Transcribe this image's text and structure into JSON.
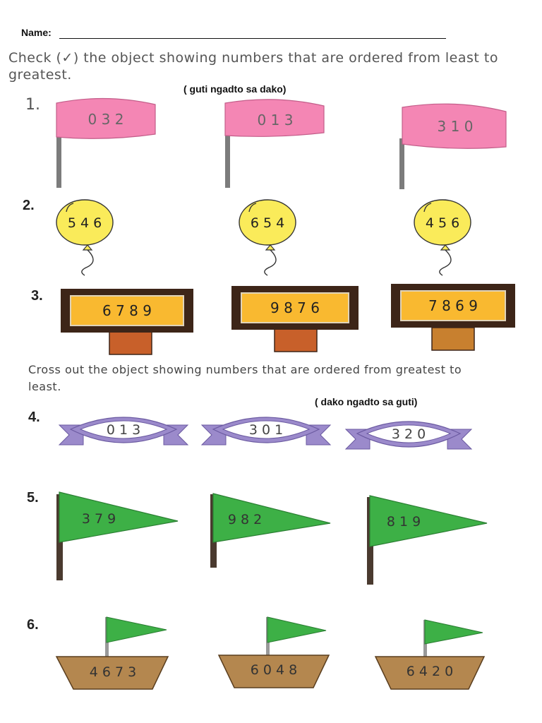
{
  "header": {
    "name_label": "Name:"
  },
  "section1": {
    "instruction": "Check (✓) the object showing numbers that are ordered from least to greatest.",
    "hint": "( guti ngadto sa dako)"
  },
  "section2": {
    "instruction": "Cross out the object showing numbers that are ordered from greatest to least.",
    "hint": "( dako ngadto sa guti)"
  },
  "questions": [
    {
      "num": "1.",
      "items": [
        "0 3 2",
        "0 1 3",
        "3 1 0"
      ]
    },
    {
      "num": "2.",
      "items": [
        "5 4 6",
        "6 5 4",
        "4 5 6"
      ]
    },
    {
      "num": "3.",
      "items": [
        "6 7 8 9",
        "9 8 7 6",
        "7 8 6 9"
      ]
    },
    {
      "num": "4.",
      "items": [
        "0 1 3",
        "3 0 1",
        "3 2 0"
      ]
    },
    {
      "num": "5.",
      "items": [
        "3 7 9",
        "9 8 2",
        "8 1 9"
      ]
    },
    {
      "num": "6.",
      "items": [
        "4 6 7 3",
        "6 0 4 8",
        "6 4 2 0"
      ]
    }
  ],
  "colors": {
    "pink_flag": "#f486b4",
    "balloon": "#faeb5a",
    "sign_frame": "#3d2518",
    "sign_face": "#f9b930",
    "ribbon": "#9b8acb",
    "pennant": "#3db046",
    "boat": "#b4874f",
    "pole": "#7c7c7c"
  }
}
